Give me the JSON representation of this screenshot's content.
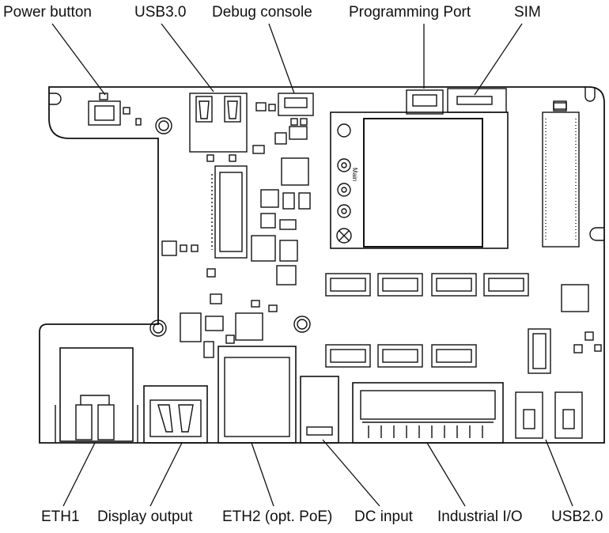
{
  "labels": {
    "top": {
      "power_button": "Power button",
      "usb30": "USB3.0",
      "debug_console": "Debug console",
      "programming_port": "Programming Port",
      "sim": "SIM"
    },
    "bottom": {
      "eth1": "ETH1",
      "display_output": "Display output",
      "eth2": "ETH2 (opt. PoE)",
      "dc_input": "DC input",
      "industrial_io": "Industrial I/O",
      "usb20": "USB2.0"
    }
  },
  "module_text": "Main"
}
